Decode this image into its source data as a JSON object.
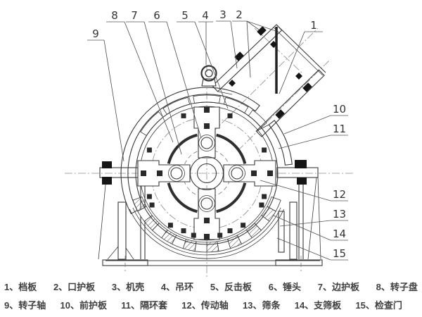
{
  "page": {
    "background": "#ffffff",
    "line_color": "#3a3a3a"
  },
  "figure": {
    "type": "technical-section-drawing",
    "callouts": {
      "n1": "1",
      "n2": "2",
      "n3": "3",
      "n4": "4",
      "n5": "5",
      "n6": "6",
      "n7": "7",
      "n8": "8",
      "n9": "9",
      "n10": "10",
      "n11": "11",
      "n12": "12",
      "n13": "13",
      "n14": "14",
      "n15": "15"
    }
  },
  "legend": {
    "row1": [
      "1、档板",
      "2、口护板",
      "3、机壳",
      "4、吊环",
      "5、反击板",
      "6、锤头",
      "7、边护板",
      "8、转子盘"
    ],
    "row2": [
      "9、转子轴",
      "10、前护板",
      "11、隔环套",
      "12、传动轴",
      "13、筛条",
      "14、支筛板",
      "15、检查门"
    ]
  }
}
